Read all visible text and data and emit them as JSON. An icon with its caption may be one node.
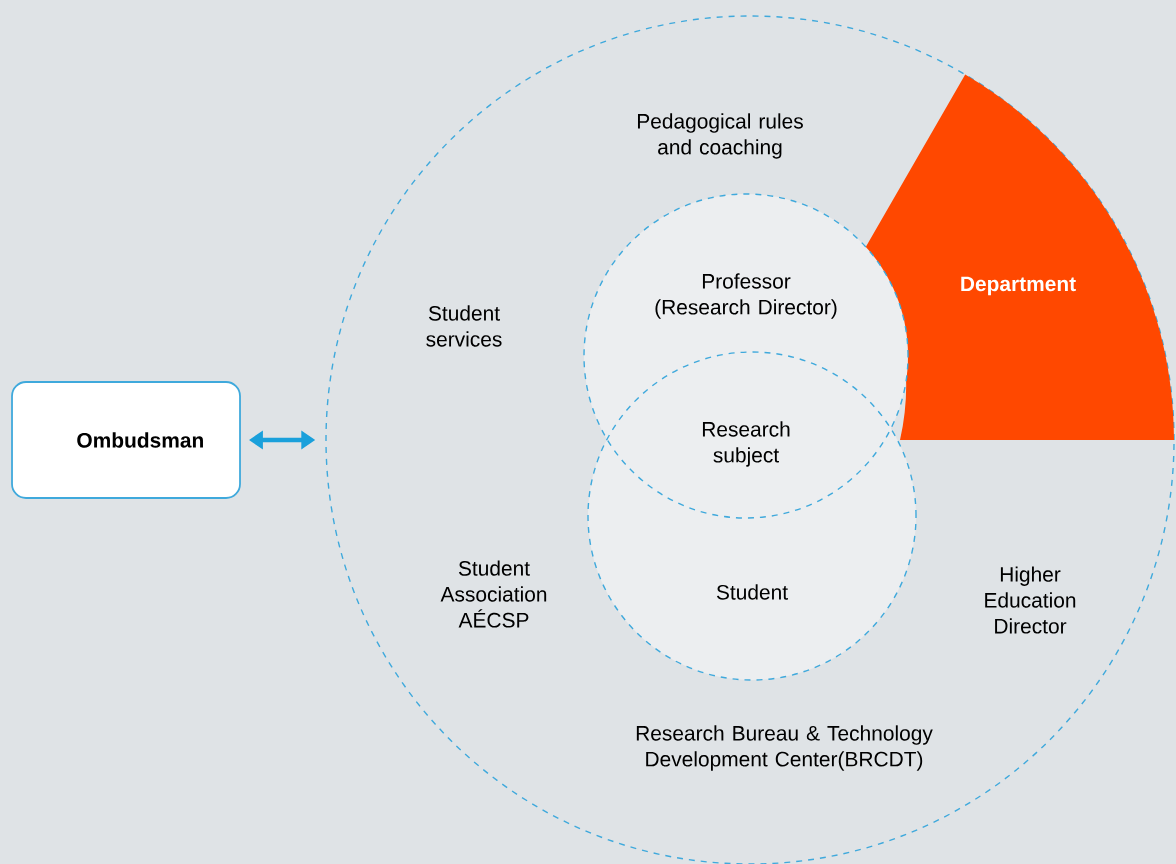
{
  "diagram": {
    "nodes": [
      {
        "text": [
          "Ombudsman"
        ]
      },
      {
        "text": [],
        "shape": "circle"
      },
      {
        "text": [
          "Pedagogical rules and coaching"
        ],
        "in": 1
      },
      {
        "text": [
          "Department"
        ],
        "in": 1
      },
      {
        "text": [
          "Student services"
        ],
        "in": 1
      },
      {
        "text": [
          "Professor (Research Director)"
        ],
        "in": 1
      },
      {
        "text": [
          "Research subject"
        ]
      },
      {
        "text": [
          "Student"
        ],
        "in": 1
      },
      {
        "text": [
          "Student Association AÉCSP"
        ],
        "in": 1
      },
      {
        "text": [
          "Higher Education Director"
        ],
        "in": 1
      },
      {
        "text": [
          "Research Bureau & Technology Development Center(BRCDT)"
        ],
        "in": 1
      }
    ],
    "edges": [
      {
        "from": 0,
        "to": 1,
        "arrow": "both"
      }
    ]
  }
}
